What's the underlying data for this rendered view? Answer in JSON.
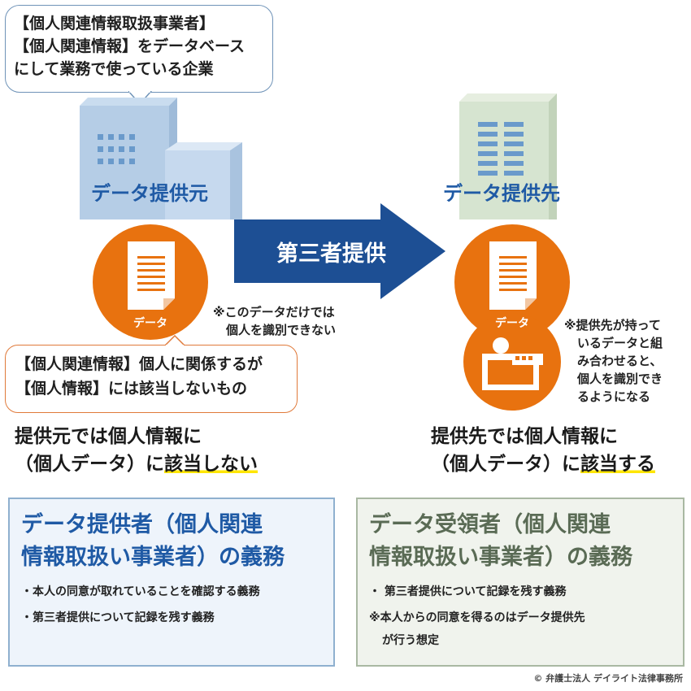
{
  "top_bubble": {
    "lines": [
      "【個人関連情報取扱事業者】",
      "【個人関連情報】をデータベース",
      "にして業務で使っている企業"
    ]
  },
  "provider": {
    "label": "データ提供元",
    "doc_label": "データ"
  },
  "receiver": {
    "label": "データ提供先",
    "doc_label": "データ"
  },
  "arrow": {
    "label": "第三者提供"
  },
  "note_left": {
    "lines": [
      "※このデータだけでは",
      "個人を識別できない"
    ]
  },
  "note_right": {
    "lines": [
      "※提供先が持って",
      "いるデータと組",
      "み合わせると、",
      "個人を識別でき",
      "るようになる"
    ]
  },
  "orange_bubble": {
    "lines": [
      "【個人関連情報】個人に関係するが",
      "【個人情報】には該当しないもの"
    ]
  },
  "conclusion_left": {
    "line1": "提供元では個人情報に",
    "line2_prefix": "（個人データ）に",
    "line2_hl": "該当しない"
  },
  "conclusion_right": {
    "line1": "提供先では個人情報に",
    "line2_prefix": "（個人データ）に",
    "line2_hl": "該当する"
  },
  "box_left": {
    "title_line1": "データ提供者（個人関連",
    "title_line2": "情報取扱い事業者）の義務",
    "items": [
      "・本人の同意が取れていることを確認する義務",
      "・第三者提供について記録を残す義務"
    ]
  },
  "box_right": {
    "title_line1": "データ受領者（個人関連",
    "title_line2": "情報取扱い事業者）の義務",
    "items": [
      "・ 第三者提供について記録を残す義務",
      "※本人からの同意を得るのはデータ提供先",
      "が行う想定"
    ]
  },
  "credit": "© 弁護士法人 デイライト法律事務所",
  "colors": {
    "blue": "#1f5aa5",
    "orange": "#e8720f",
    "navy": "#1d4f94",
    "yellow": "#ffe600",
    "green_title": "#5a6b55"
  }
}
